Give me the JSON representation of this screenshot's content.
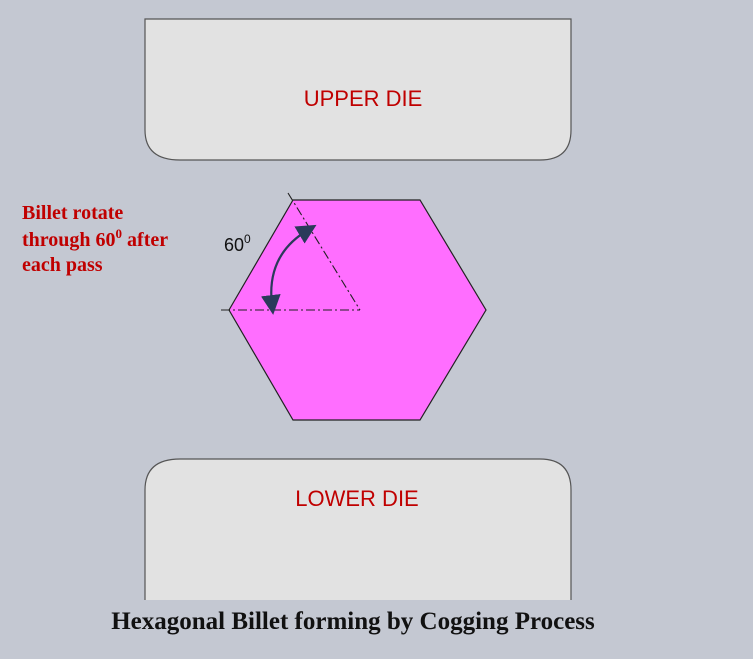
{
  "upper_die": {
    "label": "UPPER DIE"
  },
  "lower_die": {
    "label": "LOWER DIE"
  },
  "rotation_note": {
    "line1": "Billet rotate",
    "line2_prefix": "through 60",
    "line2_superscript": "0",
    "line2_suffix": " after",
    "line3": "each pass"
  },
  "angle_label": {
    "value": "60",
    "superscript": "0"
  },
  "caption": "Hexagonal Billet forming by Cogging Process",
  "colors": {
    "background": "#c4c8d2",
    "die_fill": "#e2e2e2",
    "die_stroke": "#555555",
    "billet_fill": "#ff6eff",
    "billet_stroke": "#222222",
    "label_red": "#c00000",
    "text_dark": "#111111",
    "arrow": "#2a3a5a"
  }
}
